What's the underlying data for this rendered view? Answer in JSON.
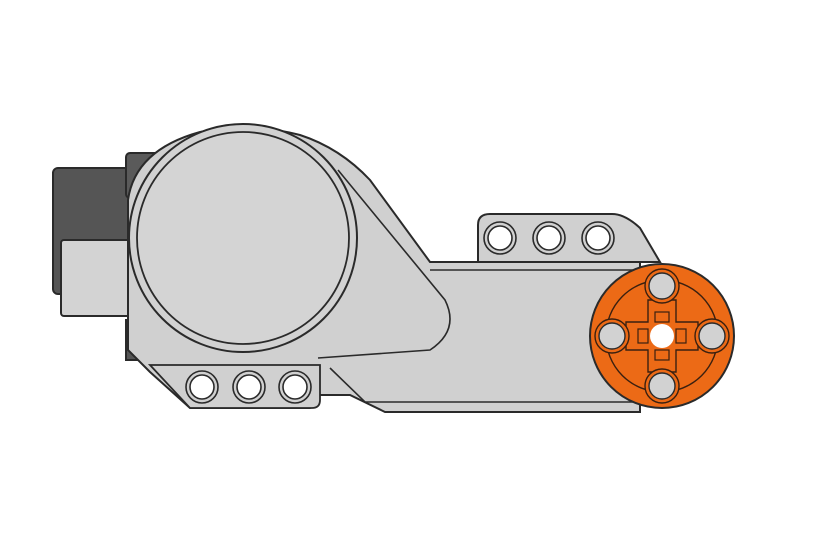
{
  "illustration": {
    "subject": "servo-motor",
    "colors": {
      "background": "#ffffff",
      "body": "#d0d0d0",
      "body_light": "#d6d6d6",
      "connector": "#555555",
      "outline": "#2a2a2a",
      "hub": "#ec6a16",
      "hole": "#ffffff",
      "hub_pin": "#d2d2d2"
    },
    "bottom_holes": 3,
    "top_holes": 3,
    "hub_pins": 4
  }
}
